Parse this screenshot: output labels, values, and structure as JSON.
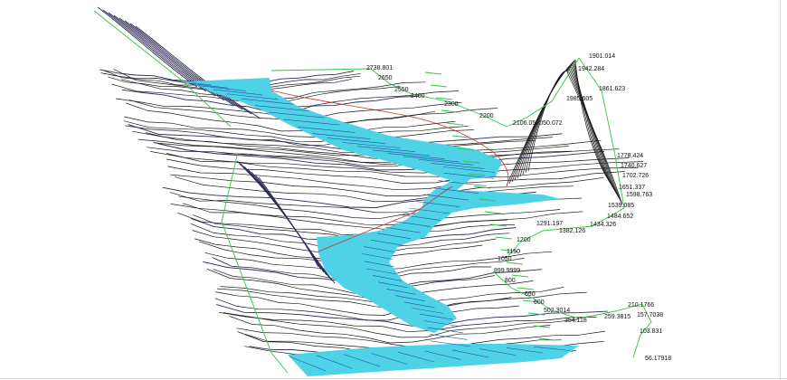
{
  "colors": {
    "water_fill": "#4dd2e6",
    "water_lines": "#2a4fa8",
    "section_lines": "#1a1a1a",
    "frame_lines": "#35c44a",
    "centerline": "#d03030"
  },
  "stations": [
    {
      "id": "s1",
      "text": "1901.014"
    },
    {
      "id": "s2",
      "text": "1942.284"
    },
    {
      "id": "s3",
      "text": "1861.623"
    },
    {
      "id": "s4",
      "text": "1985.605"
    },
    {
      "id": "s5",
      "text": "2738.801"
    },
    {
      "id": "s6",
      "text": "2650"
    },
    {
      "id": "s7",
      "text": "2550"
    },
    {
      "id": "s8",
      "text": "2400"
    },
    {
      "id": "s9",
      "text": "2300"
    },
    {
      "id": "s10",
      "text": "2200"
    },
    {
      "id": "s11",
      "text": "2106.052050.072"
    },
    {
      "id": "s12",
      "text": "1778.424"
    },
    {
      "id": "s13",
      "text": "1740.627"
    },
    {
      "id": "s14",
      "text": "1702.726"
    },
    {
      "id": "s15",
      "text": "1651.337"
    },
    {
      "id": "s16",
      "text": "1598.763"
    },
    {
      "id": "s17",
      "text": "1539.085"
    },
    {
      "id": "s18",
      "text": "1484.652"
    },
    {
      "id": "s19",
      "text": "1434.326"
    },
    {
      "id": "s20",
      "text": "1291.197"
    },
    {
      "id": "s21",
      "text": "1382.126"
    },
    {
      "id": "s22",
      "text": "1200"
    },
    {
      "id": "s23",
      "text": "1150"
    },
    {
      "id": "s24",
      "text": "1050"
    },
    {
      "id": "s25",
      "text": "899.9999"
    },
    {
      "id": "s26",
      "text": "800"
    },
    {
      "id": "s27",
      "text": "650"
    },
    {
      "id": "s28",
      "text": "600"
    },
    {
      "id": "s29",
      "text": "502.3014"
    },
    {
      "id": "s30",
      "text": "354.118"
    },
    {
      "id": "s31",
      "text": "259.3815"
    },
    {
      "id": "s32",
      "text": "210.1766"
    },
    {
      "id": "s33",
      "text": "157.7038"
    },
    {
      "id": "s34",
      "text": "103.831"
    },
    {
      "id": "s35",
      "text": "56.17918"
    }
  ]
}
